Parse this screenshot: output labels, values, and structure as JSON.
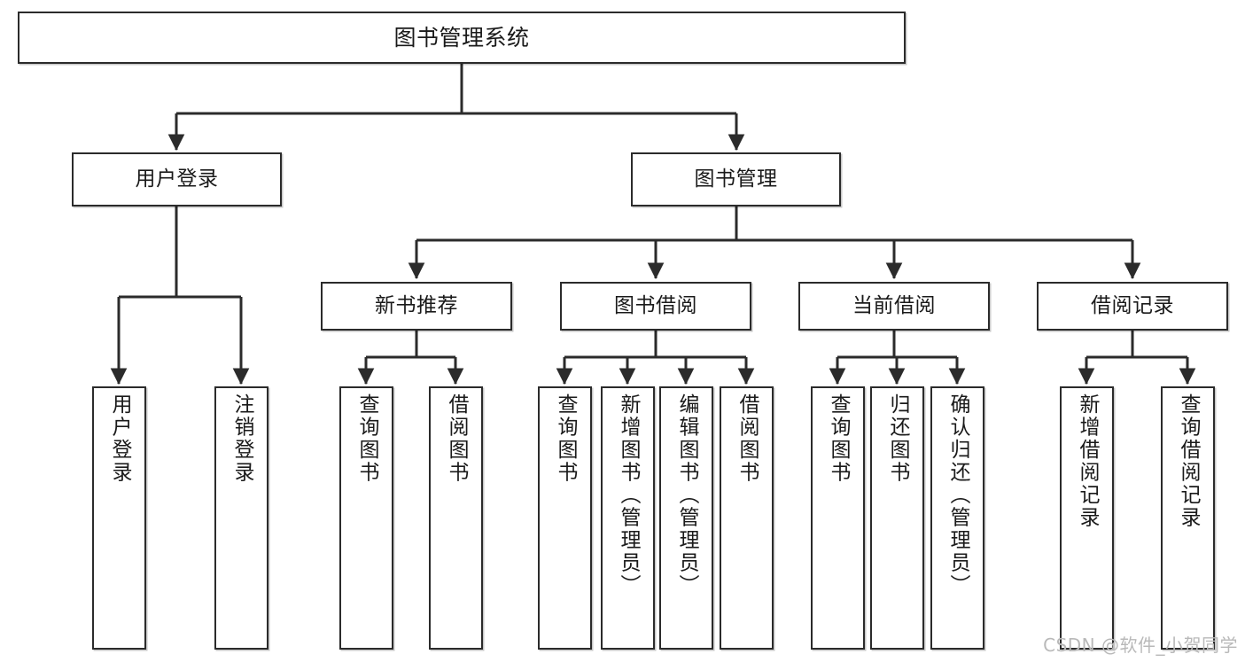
{
  "diagram": {
    "type": "tree-hierarchy-chart",
    "title": "图书管理系统",
    "root": {
      "id": "root",
      "label": "图书管理系统"
    },
    "level1": [
      {
        "id": "user-login",
        "label": "用户登录"
      },
      {
        "id": "book-management",
        "label": "图书管理"
      }
    ],
    "level2": [
      {
        "id": "new-book-recommend",
        "label": "新书推荐",
        "parent": "book-management"
      },
      {
        "id": "book-borrow",
        "label": "图书借阅",
        "parent": "book-management"
      },
      {
        "id": "current-borrow",
        "label": "当前借阅",
        "parent": "book-management"
      },
      {
        "id": "borrow-record",
        "label": "借阅记录",
        "parent": "book-management"
      }
    ],
    "leaves": [
      {
        "id": "leaf-user-login",
        "label": "用户登录",
        "parent": "user-login"
      },
      {
        "id": "leaf-logout-login",
        "label": "注销登录",
        "parent": "user-login"
      },
      {
        "id": "leaf-query-book-1",
        "label": "查询图书",
        "parent": "new-book-recommend"
      },
      {
        "id": "leaf-borrow-book-1",
        "label": "借阅图书",
        "parent": "new-book-recommend"
      },
      {
        "id": "leaf-query-book-2",
        "label": "查询图书",
        "parent": "book-borrow"
      },
      {
        "id": "leaf-add-book",
        "label": "新增图书（管理员）",
        "parent": "book-borrow"
      },
      {
        "id": "leaf-edit-book",
        "label": "编辑图书（管理员）",
        "parent": "book-borrow"
      },
      {
        "id": "leaf-borrow-book-2",
        "label": "借阅图书",
        "parent": "book-borrow"
      },
      {
        "id": "leaf-query-book-3",
        "label": "查询图书",
        "parent": "current-borrow"
      },
      {
        "id": "leaf-return-book",
        "label": "归还图书",
        "parent": "current-borrow"
      },
      {
        "id": "leaf-confirm-return",
        "label": "确认归还（管理员）",
        "parent": "current-borrow"
      },
      {
        "id": "leaf-add-record",
        "label": "新增借阅记录",
        "parent": "borrow-record"
      },
      {
        "id": "leaf-query-record",
        "label": "查询借阅记录",
        "parent": "borrow-record"
      }
    ],
    "watermark": "CSDN @软件_小贺同学",
    "colors": {
      "background": "#ffffff",
      "box_border": "#2b2b2b",
      "box_fill": "#ffffff",
      "text": "#1a1a1a",
      "edge": "#2b2b2b",
      "watermark": "#b9b9b9"
    }
  }
}
